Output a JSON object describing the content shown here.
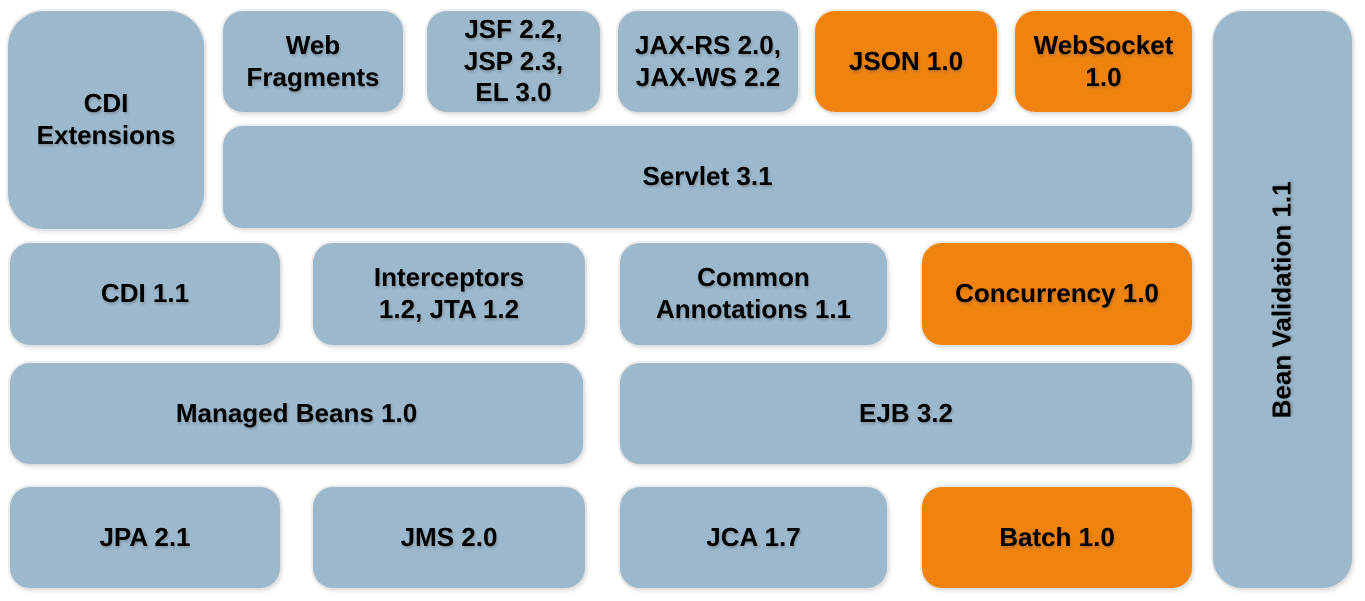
{
  "colors": {
    "blue": "#9BB8CD",
    "orange": "#F0820E"
  },
  "boxes": [
    {
      "id": "cdi-extensions",
      "label": "CDI\nExtensions",
      "color": "blue"
    },
    {
      "id": "web-fragments",
      "label": "Web\nFragments",
      "color": "blue"
    },
    {
      "id": "jsf-jsp-el",
      "label": "JSF 2.2,\nJSP 2.3,\nEL 3.0",
      "color": "blue"
    },
    {
      "id": "jaxrs-jaxws",
      "label": "JAX-RS 2.0,\nJAX-WS 2.2",
      "color": "blue"
    },
    {
      "id": "json",
      "label": "JSON 1.0",
      "color": "orange"
    },
    {
      "id": "websocket",
      "label": "WebSocket\n1.0",
      "color": "orange"
    },
    {
      "id": "servlet",
      "label": "Servlet 3.1",
      "color": "blue"
    },
    {
      "id": "cdi",
      "label": "CDI 1.1",
      "color": "blue"
    },
    {
      "id": "interceptors-jta",
      "label": "Interceptors\n1.2, JTA 1.2",
      "color": "blue"
    },
    {
      "id": "common-annotations",
      "label": "Common\nAnnotations 1.1",
      "color": "blue"
    },
    {
      "id": "concurrency",
      "label": "Concurrency 1.0",
      "color": "orange"
    },
    {
      "id": "managed-beans",
      "label": "Managed Beans 1.0",
      "color": "blue"
    },
    {
      "id": "ejb",
      "label": "EJB 3.2",
      "color": "blue"
    },
    {
      "id": "jpa",
      "label": "JPA 2.1",
      "color": "blue"
    },
    {
      "id": "jms",
      "label": "JMS 2.0",
      "color": "blue"
    },
    {
      "id": "jca",
      "label": "JCA 1.7",
      "color": "blue"
    },
    {
      "id": "batch",
      "label": "Batch 1.0",
      "color": "orange"
    },
    {
      "id": "bean-validation",
      "label": "Bean Validation 1.1",
      "color": "blue"
    }
  ]
}
